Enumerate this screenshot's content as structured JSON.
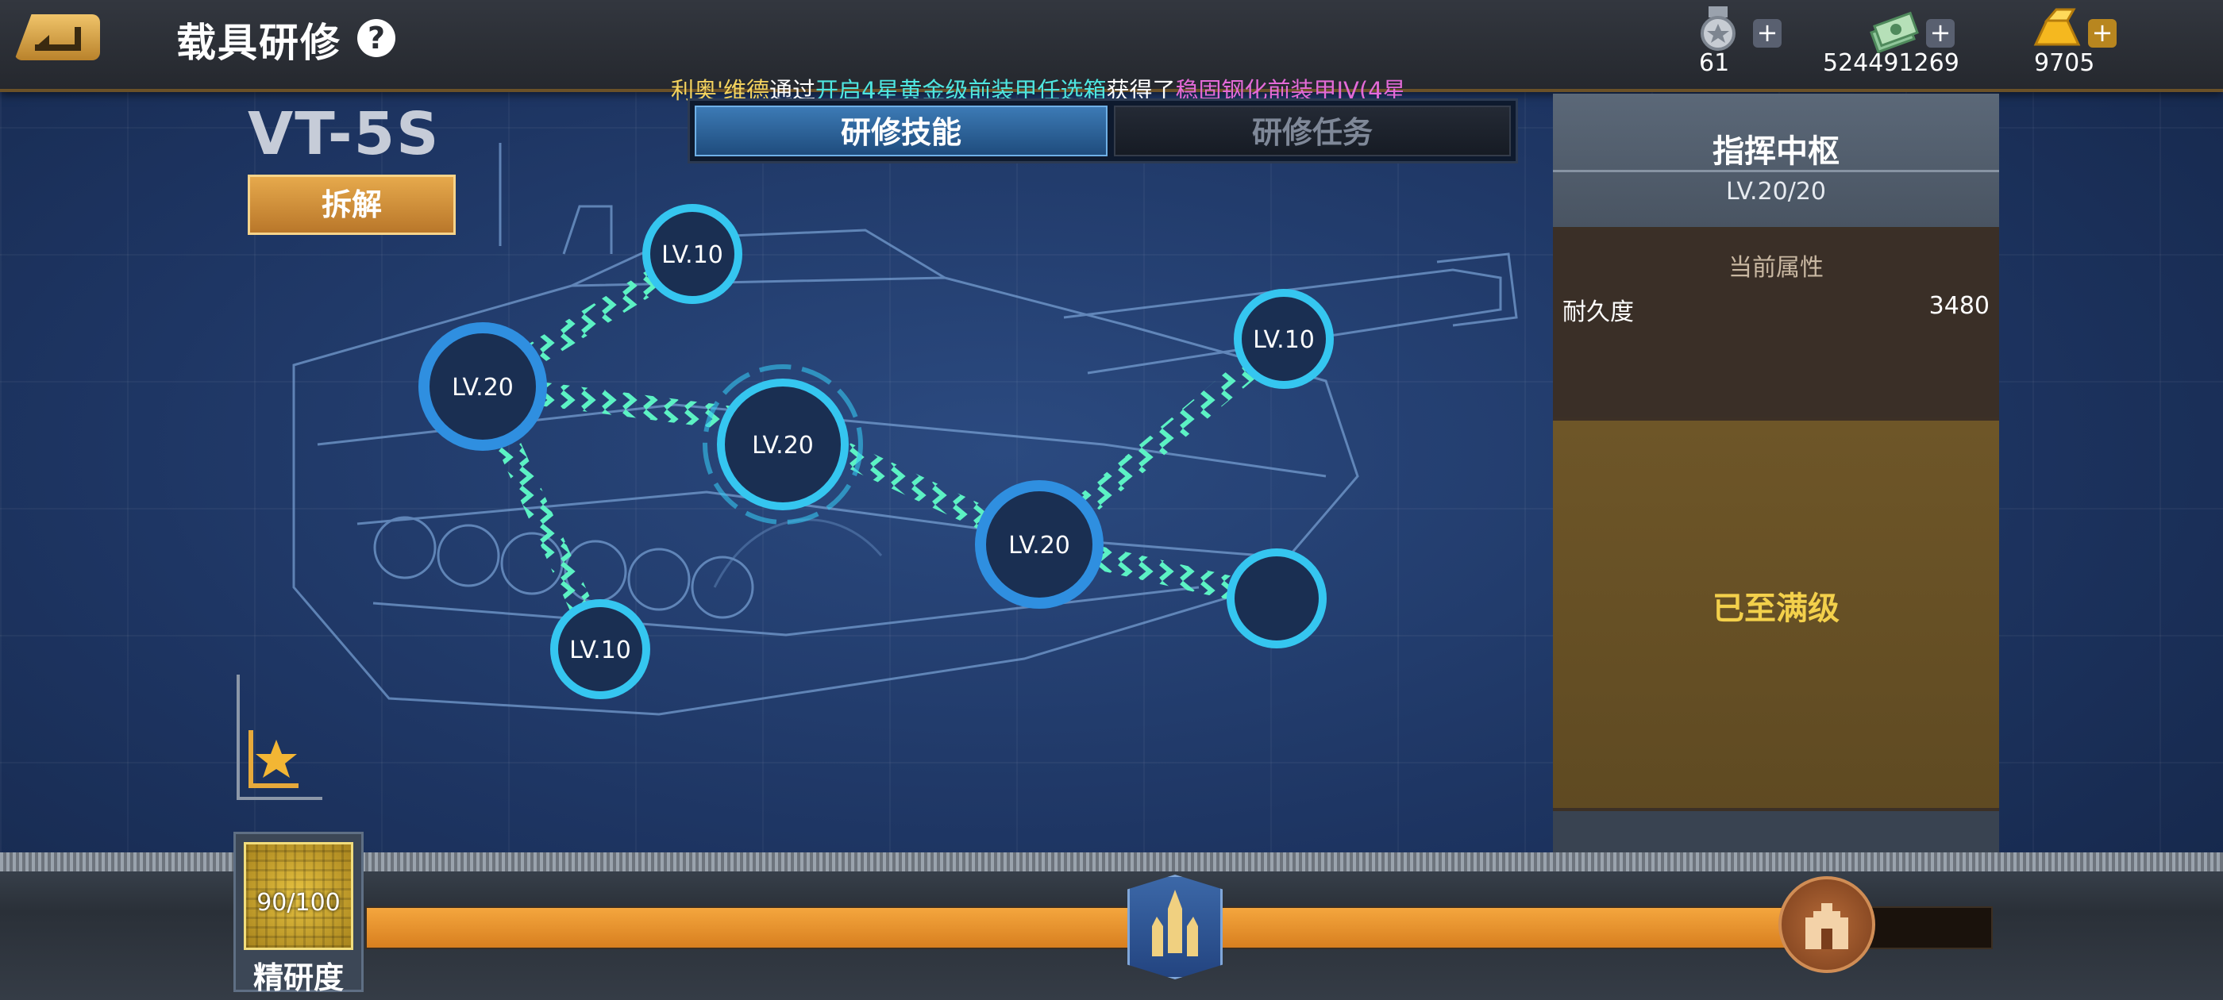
{
  "header": {
    "title": "载具研修",
    "resources": [
      {
        "icon": "medal-icon",
        "value": "61"
      },
      {
        "icon": "cash-icon",
        "value": "524491269"
      },
      {
        "icon": "gold-bar-icon",
        "value": "9705"
      }
    ]
  },
  "broadcast": {
    "name": "利奥'维德",
    "text1": "通过",
    "item1": "开启4星黄金级前装甲任选箱",
    "text2": "获得了",
    "item2": "稳固钢化前装甲IV(4星"
  },
  "tank": {
    "name": "VT-5S",
    "dismantle_label": "拆解"
  },
  "tabs": {
    "skills": "研修技能",
    "tasks": "研修任务"
  },
  "nodes": [
    {
      "id": "top",
      "label": "LV.10"
    },
    {
      "id": "left",
      "label": "LV.20"
    },
    {
      "id": "center",
      "label": "LV.20"
    },
    {
      "id": "bottom-left",
      "label": "LV.10"
    },
    {
      "id": "right-mid",
      "label": "LV.20"
    },
    {
      "id": "top-right",
      "label": "LV.10"
    },
    {
      "id": "bottom-right",
      "label": ""
    }
  ],
  "panel": {
    "title": "指挥中枢",
    "level": "LV.20/20",
    "attr_header": "当前属性",
    "attr_name": "耐久度",
    "attr_value": "3480",
    "max_label": "已至满级"
  },
  "progress": {
    "value_text": "90/100",
    "fraction": 0.9,
    "label": "精研度"
  },
  "colors": {
    "accent_gold": "#f3d04b",
    "node_cyan": "#35c6f0",
    "link_green": "#5cf2c4"
  }
}
